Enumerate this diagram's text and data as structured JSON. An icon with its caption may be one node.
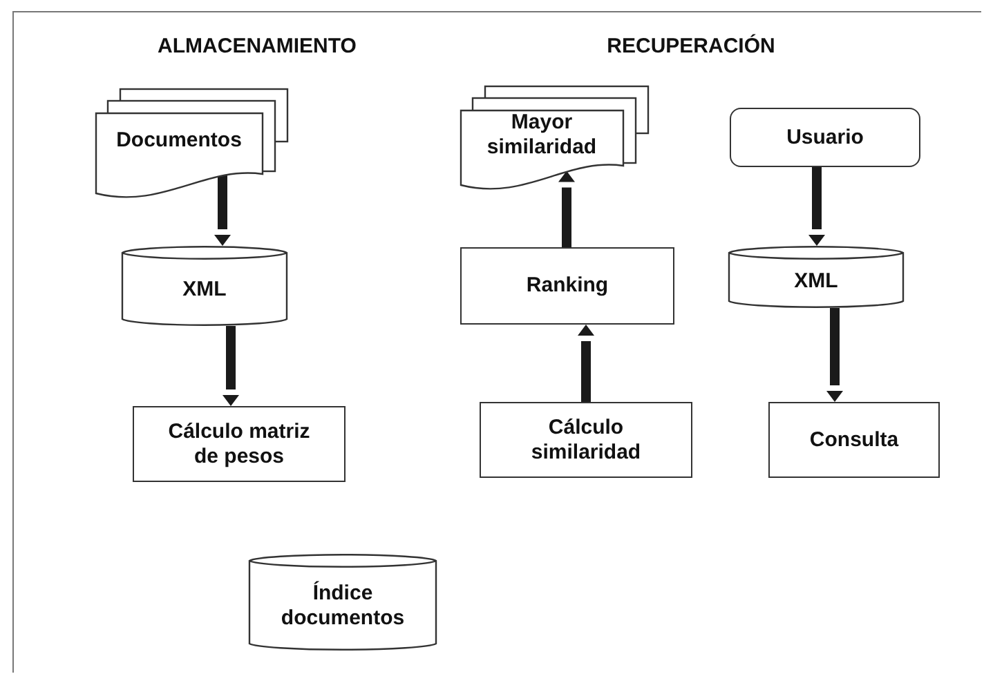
{
  "diagram": {
    "nodes": [
      {
        "text": [
          "Documentos"
        ]
      },
      {
        "text": [
          "Mayor similaridad"
        ]
      },
      {
        "text": [
          "Usuario"
        ]
      },
      {
        "text": [
          "XML"
        ]
      },
      {
        "text": [
          "Ranking"
        ]
      },
      {
        "text": [
          "XML"
        ]
      },
      {
        "text": [
          "Cálculo matriz de pesos"
        ]
      },
      {
        "text": [
          "Cálculo similaridad"
        ]
      },
      {
        "text": [
          "Consulta"
        ]
      },
      {
        "text": [
          "Índice documentos"
        ]
      }
    ],
    "edges": [
      {
        "from": 0,
        "to": 3,
        "arrow": "to"
      },
      {
        "from": 3,
        "to": 6,
        "arrow": "to"
      },
      {
        "from": 4,
        "to": 1,
        "arrow": "to"
      },
      {
        "from": 7,
        "to": 4,
        "arrow": "to"
      },
      {
        "from": 2,
        "to": 5,
        "arrow": "to"
      },
      {
        "from": 5,
        "to": 8,
        "arrow": "to"
      }
    ],
    "labels": [
      "ALMACENAMIENTO",
      "RECUPERACIÓN"
    ]
  }
}
